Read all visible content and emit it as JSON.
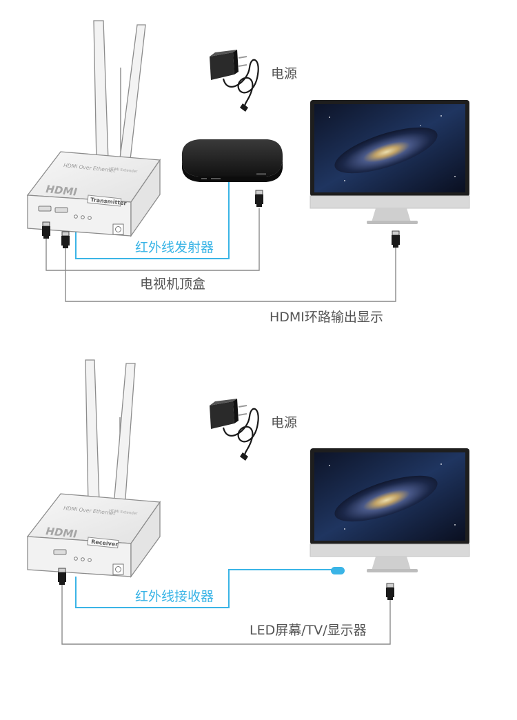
{
  "colors": {
    "background": "#ffffff",
    "cable": "#8a8a8a",
    "ir_cable": "#3ab4e6",
    "label": "#555555",
    "ir_label": "#3ab4e6",
    "device_body": "#f0f0f0",
    "device_outline": "#8c8c8c",
    "monitor_frame": "#2b2b2b",
    "monitor_base": "#d8d8d8",
    "settop_box": "#1c1c1c"
  },
  "top": {
    "device_brand": "HDMI",
    "device_caption": "HDMI Over Ethernet",
    "device_small_text": "HDMI Extender",
    "device_tag": "Transmitter",
    "power_label": "电源",
    "ir_label": "红外线发射器",
    "settop_label": "电视机顶盒",
    "loop_label": "HDMI环路输出显示",
    "icons": [
      "antenna-icon",
      "power-adapter-icon",
      "set-top-box-icon",
      "monitor-icon",
      "hdmi-plug-icon"
    ]
  },
  "bottom": {
    "device_brand": "HDMI",
    "device_caption": "HDMI Over Ethernet",
    "device_small_text": "HDMI Extender",
    "device_tag": "Receiver",
    "power_label": "电源",
    "ir_label": "红外线接收器",
    "display_label": "LED屏幕/TV/显示器",
    "icons": [
      "antenna-icon",
      "power-adapter-icon",
      "monitor-icon",
      "hdmi-plug-icon"
    ]
  }
}
